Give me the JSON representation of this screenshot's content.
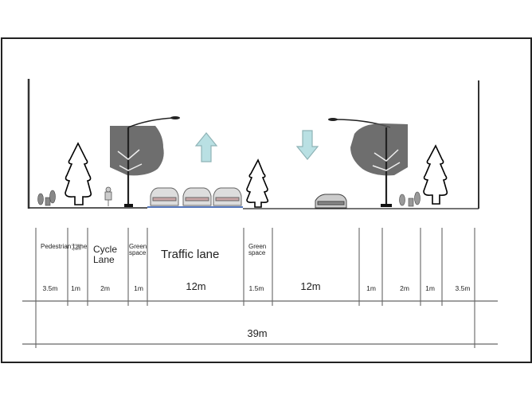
{
  "diagram": {
    "title": "Street cross-section",
    "zones_labels": {
      "pedestrian_lane": "Pedestrian Lane",
      "green_space_small": "Green space",
      "cycle_lane": "Cycle Lane",
      "green_space_left": "Green space",
      "traffic_lane": "Traffic lane",
      "green_space_median": "Green space"
    },
    "widths": {
      "left_pedestrian": "3.5m",
      "left_green_1": "1m",
      "left_cycle": "2m",
      "left_green_2": "1m",
      "traffic_left": "12m",
      "median": "1.5m",
      "traffic_right": "12m",
      "right_green_2": "1m",
      "right_cycle": "2m",
      "right_green_1": "1m",
      "right_pedestrian": "3.5m"
    },
    "total_width": "39m",
    "arrows": {
      "left_direction": "up",
      "right_direction": "down",
      "fill": "#b9e0e3",
      "stroke": "#8fb3b6"
    }
  }
}
